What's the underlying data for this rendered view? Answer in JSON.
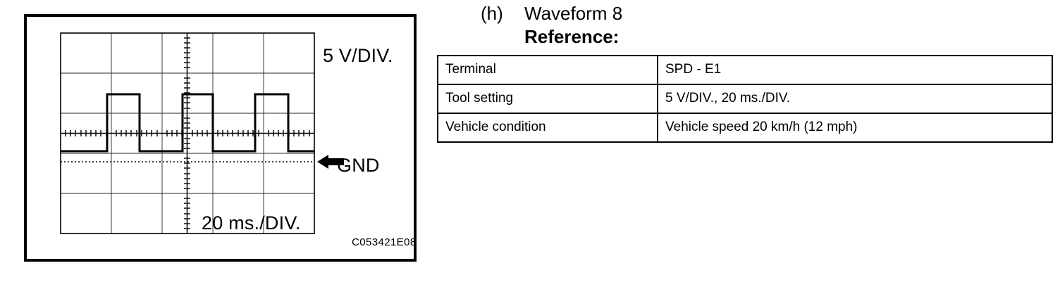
{
  "figure": {
    "code": "C053421E08",
    "labels": {
      "volts_per_div": "5 V/DIV.",
      "ground": "GND",
      "time_per_div": "20 ms./DIV."
    },
    "ground_arrow_icon": "left-arrow-icon"
  },
  "chart_data": {
    "type": "line",
    "title": "Waveform 8",
    "xlabel": "20 ms./DIV.",
    "ylabel": "5 V/DIV.",
    "grid": true,
    "x_divisions": 10,
    "y_divisions": 8,
    "volts_per_div": 5,
    "ms_per_div": 20,
    "annotations": [
      "GND"
    ],
    "waveform_description": "Square wave pulse train, vehicle speed sensor output",
    "series": [
      {
        "name": "SPD - E1",
        "high_value_v": 5,
        "low_value_v": 0,
        "points": [
          {
            "t_ms": 0,
            "v": 0
          },
          {
            "t_ms": 26,
            "v": 0
          },
          {
            "t_ms": 26,
            "v": 5
          },
          {
            "t_ms": 38,
            "v": 5
          },
          {
            "t_ms": 38,
            "v": 0
          },
          {
            "t_ms": 55,
            "v": 0
          },
          {
            "t_ms": 55,
            "v": 5
          },
          {
            "t_ms": 66,
            "v": 5
          },
          {
            "t_ms": 66,
            "v": 0
          },
          {
            "t_ms": 83,
            "v": 0
          },
          {
            "t_ms": 83,
            "v": 5
          },
          {
            "t_ms": 95,
            "v": 5
          },
          {
            "t_ms": 95,
            "v": 0
          },
          {
            "t_ms": 100,
            "v": 0
          }
        ]
      }
    ]
  },
  "heading": {
    "letter": "(h)",
    "title": "Waveform 8",
    "subtitle": "Reference:"
  },
  "table": {
    "rows": [
      {
        "label": "Terminal",
        "value": "SPD - E1"
      },
      {
        "label": "Tool setting",
        "value": "5 V/DIV., 20 ms./DIV."
      },
      {
        "label": "Vehicle condition",
        "value": "Vehicle speed 20 km/h (12 mph)"
      }
    ]
  }
}
